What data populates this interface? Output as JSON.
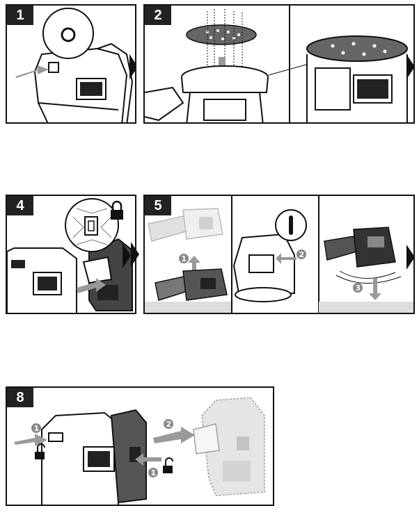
{
  "steps": [
    {
      "number": "1"
    },
    {
      "number": "2"
    },
    {
      "number": "4"
    },
    {
      "number": "5"
    },
    {
      "number": "8"
    }
  ],
  "callouts": {
    "one": "1",
    "two": "2",
    "three": "3"
  },
  "icons": {
    "lock": "lock-icon",
    "unlock": "unlock-icon",
    "arrow": "arrow-icon"
  },
  "colors": {
    "ink": "#111111",
    "gray": "#9a9a9a",
    "arrow_gray": "#8c8c8c",
    "light": "#dcdcdc"
  }
}
